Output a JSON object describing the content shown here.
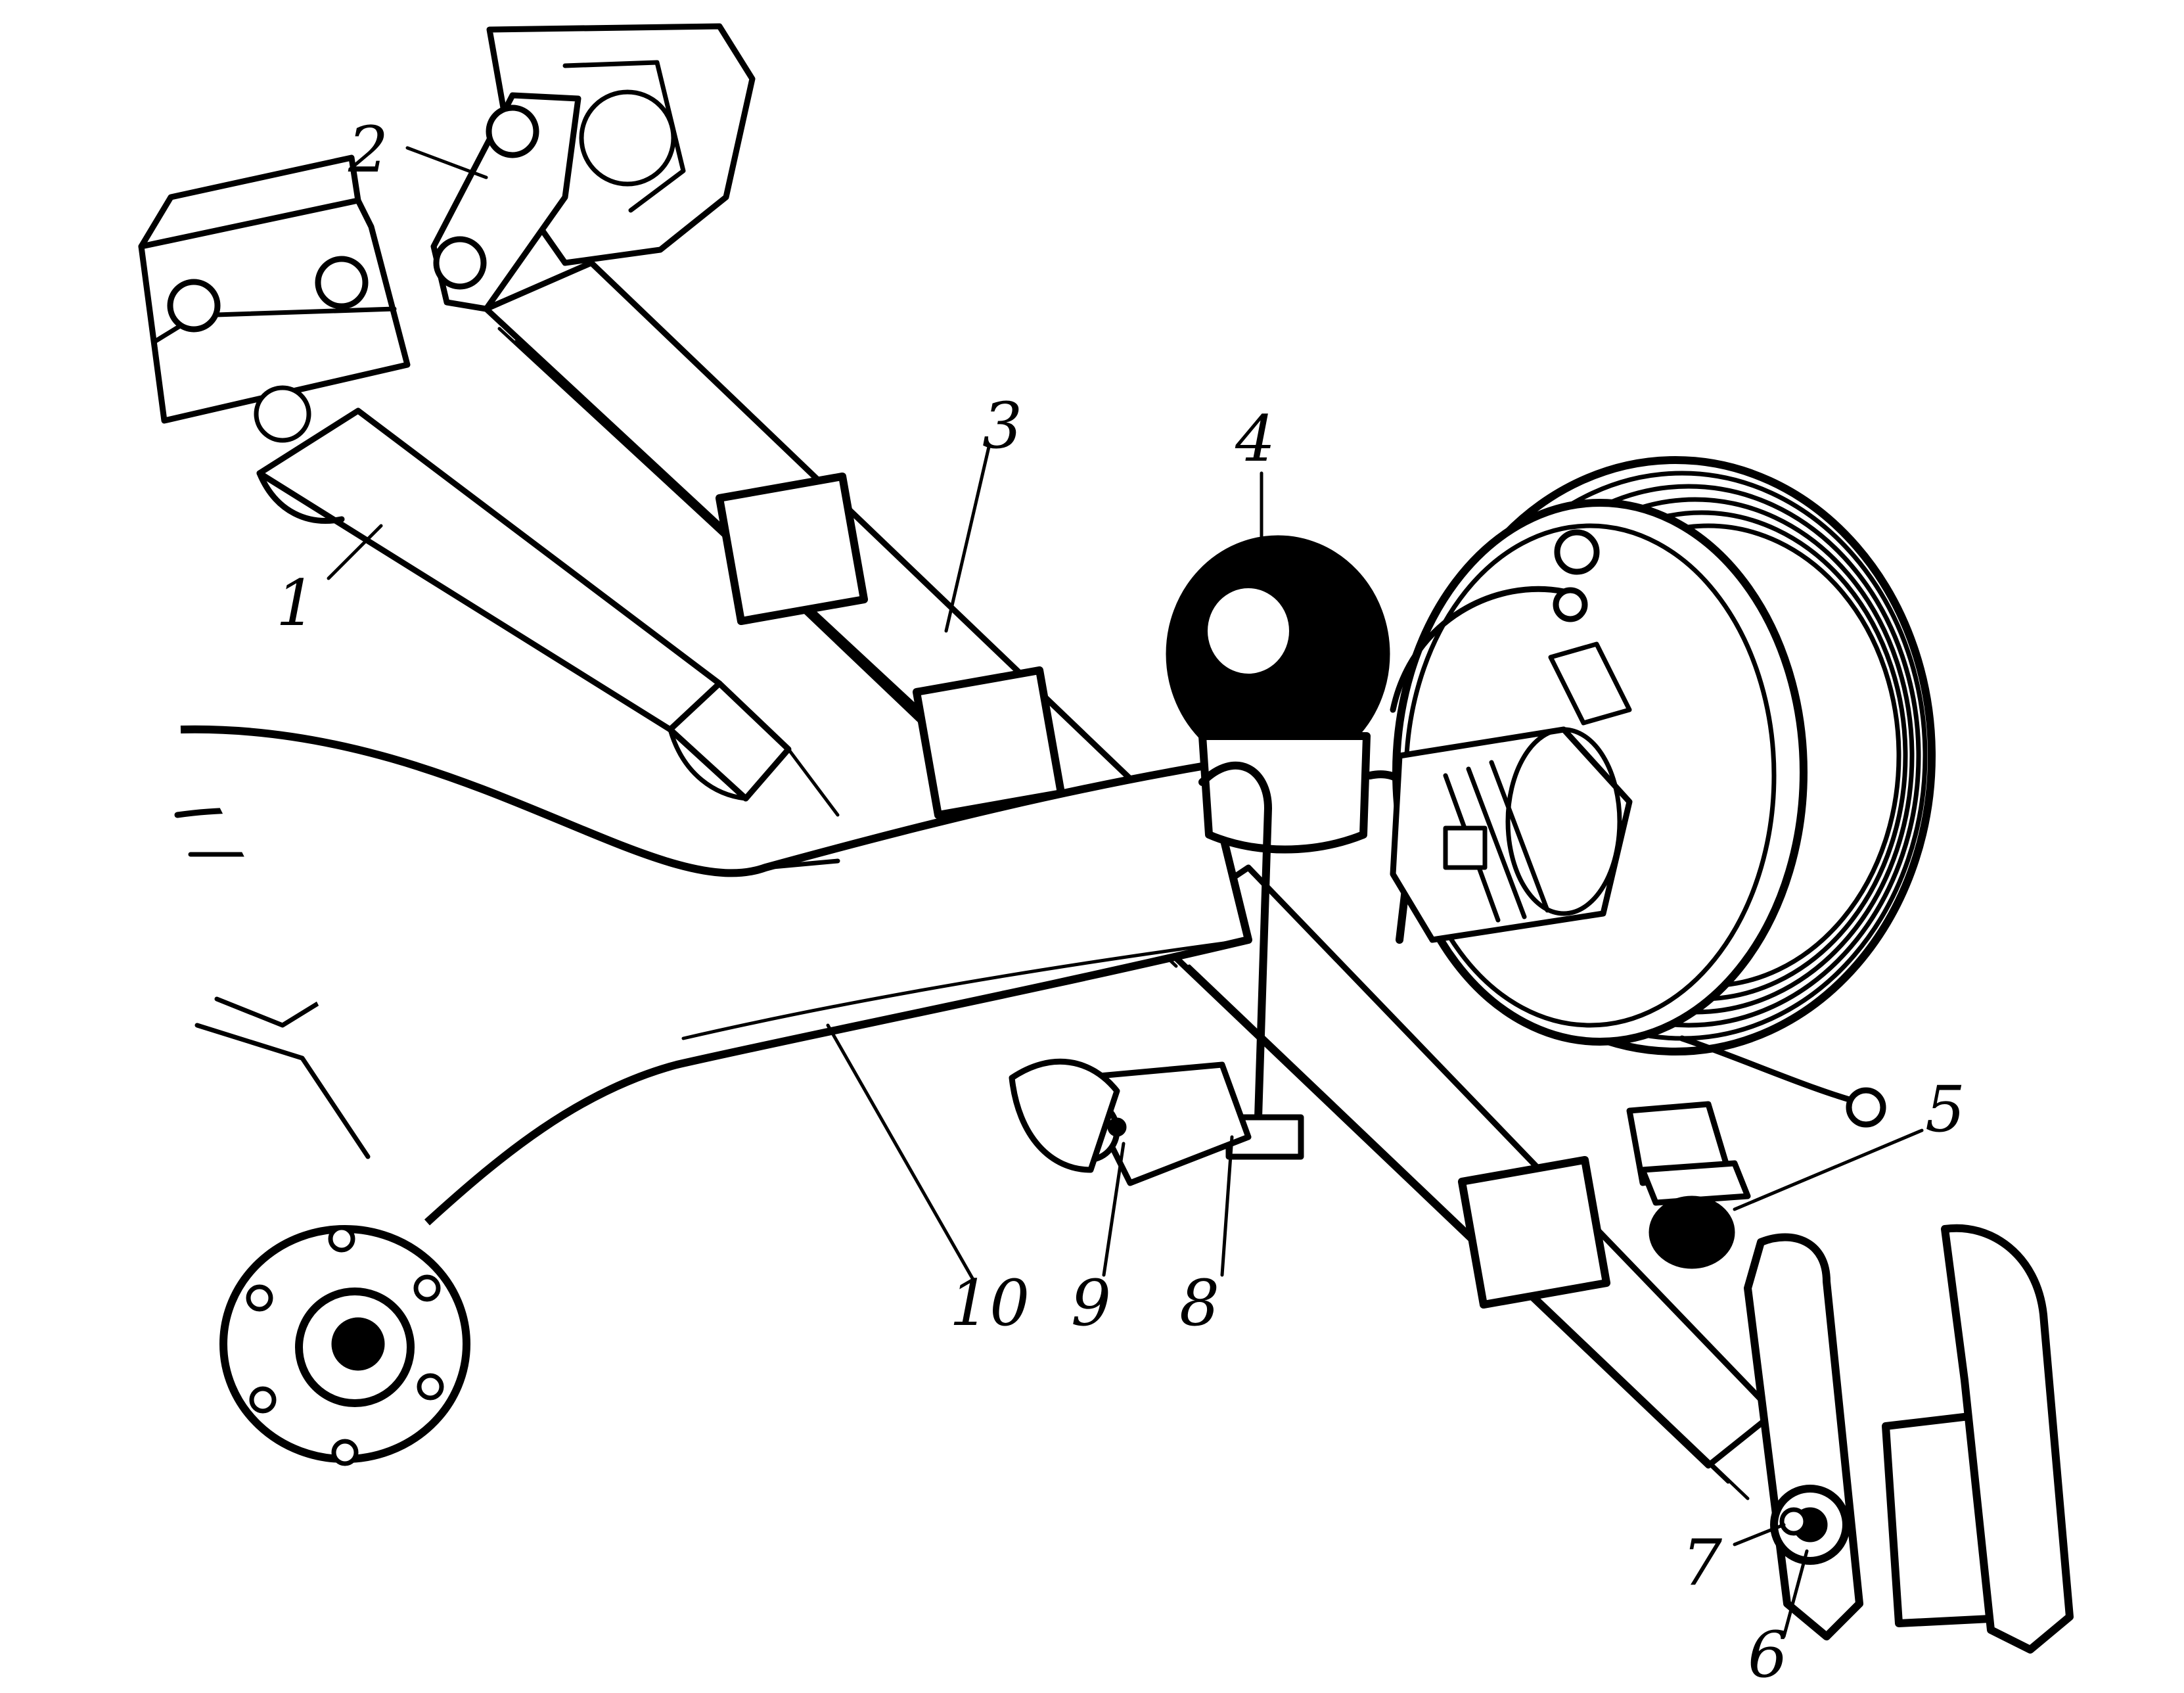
{
  "figure": {
    "callouts": [
      {
        "id": "1",
        "text": "1",
        "part": "shock-absorber"
      },
      {
        "id": "2",
        "text": "2",
        "part": "front-spring-bracket"
      },
      {
        "id": "3",
        "text": "3",
        "part": "leaf-spring"
      },
      {
        "id": "4",
        "text": "4",
        "part": "compression-buffer"
      },
      {
        "id": "5",
        "text": "5",
        "part": "rebound-stop"
      },
      {
        "id": "6",
        "text": "6",
        "part": "shackle-bushing"
      },
      {
        "id": "7",
        "text": "7",
        "part": "shackle-nut"
      },
      {
        "id": "8",
        "text": "8",
        "part": "u-bolt"
      },
      {
        "id": "9",
        "text": "9",
        "part": "lower-shock-mount"
      },
      {
        "id": "10",
        "text": "10",
        "part": "axle-beam"
      }
    ]
  }
}
